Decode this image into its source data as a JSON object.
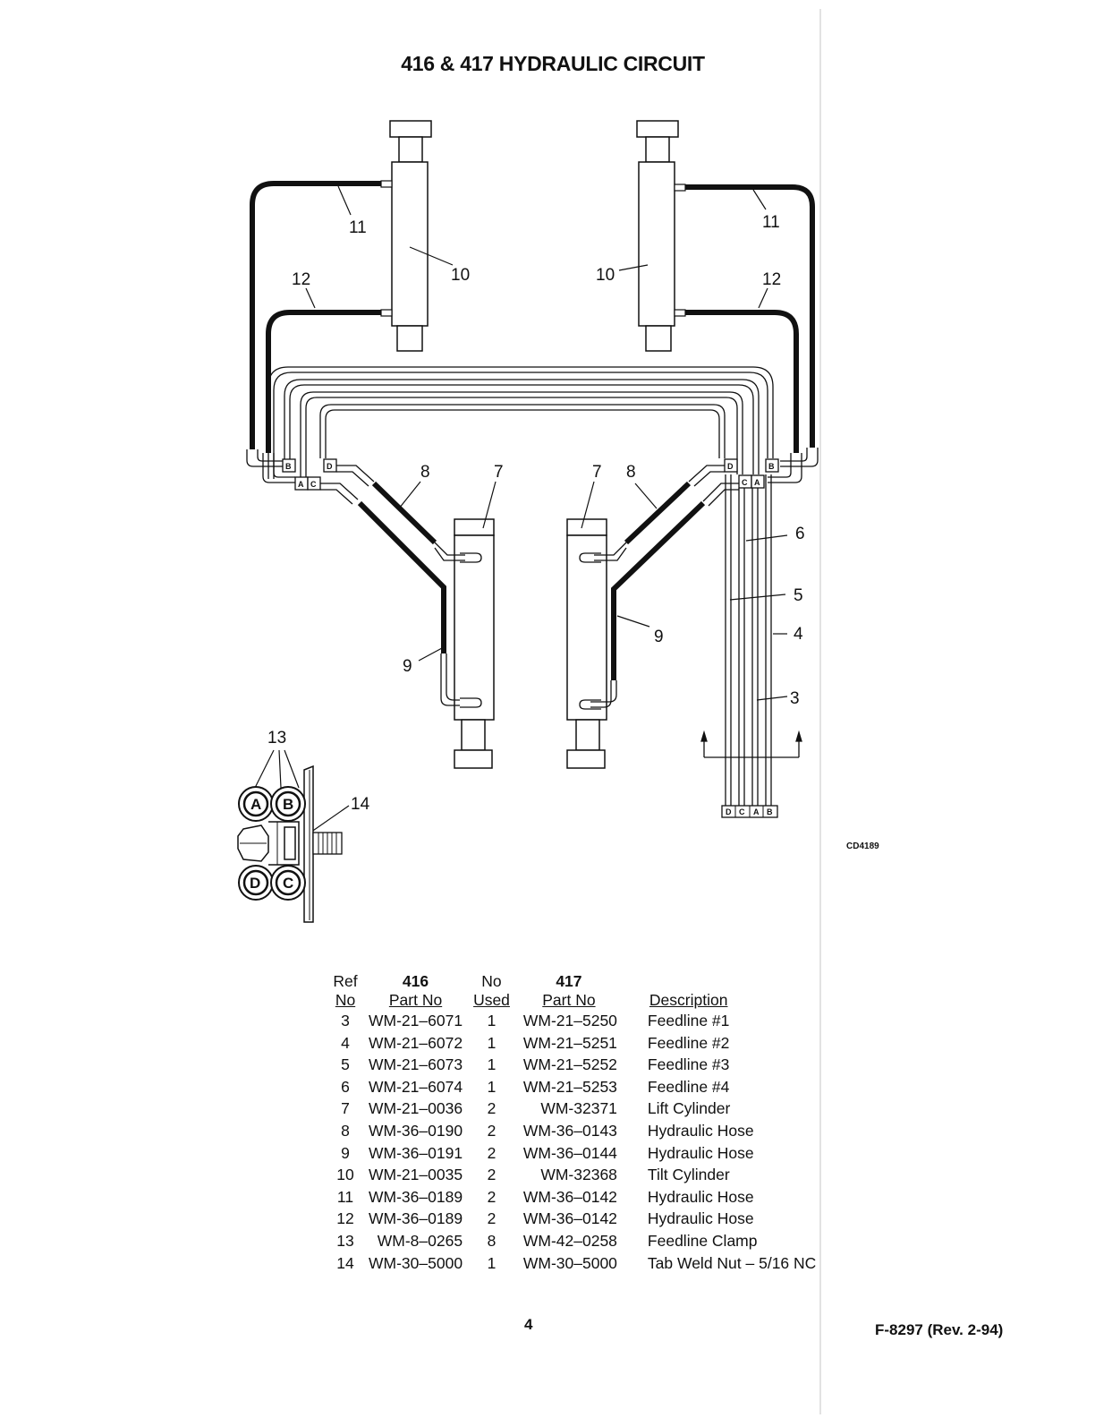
{
  "title": "416 & 417 HYDRAULIC CIRCUIT",
  "diagram": {
    "callouts": {
      "c11_left": "11",
      "c10_left": "10",
      "c12_left": "12",
      "c11_right": "11",
      "c10_right": "10",
      "c12_right": "12",
      "c8_left": "8",
      "c7_left": "7",
      "c7_right": "7",
      "c8_right": "8",
      "c9_left": "9",
      "c9_right": "9",
      "c6": "6",
      "c5": "5",
      "c4": "4",
      "c3": "3",
      "c13": "13",
      "c14": "14"
    },
    "ports": {
      "a": "A",
      "b": "B",
      "c": "C",
      "d": "D"
    },
    "figure_code": "CD4189"
  },
  "table": {
    "headers": {
      "ref_top": "Ref",
      "ref_bottom": "No",
      "p416_top": "416",
      "p416_bottom": "Part No",
      "used_top": "No",
      "used_bottom": "Used",
      "p417_top": "417",
      "p417_bottom": "Part No",
      "desc": "Description"
    },
    "rows": [
      {
        "ref": "3",
        "p416": "WM-21–6071",
        "used": "1",
        "p417": "WM-21–5250",
        "desc": "Feedline #1"
      },
      {
        "ref": "4",
        "p416": "WM-21–6072",
        "used": "1",
        "p417": "WM-21–5251",
        "desc": "Feedline #2"
      },
      {
        "ref": "5",
        "p416": "WM-21–6073",
        "used": "1",
        "p417": "WM-21–5252",
        "desc": "Feedline #3"
      },
      {
        "ref": "6",
        "p416": "WM-21–6074",
        "used": "1",
        "p417": "WM-21–5253",
        "desc": "Feedline #4"
      },
      {
        "ref": "7",
        "p416": "WM-21–0036",
        "used": "2",
        "p417": "WM-32371",
        "desc": "Lift Cylinder"
      },
      {
        "ref": "8",
        "p416": "WM-36–0190",
        "used": "2",
        "p417": "WM-36–0143",
        "desc": "Hydraulic Hose"
      },
      {
        "ref": "9",
        "p416": "WM-36–0191",
        "used": "2",
        "p417": "WM-36–0144",
        "desc": "Hydraulic Hose"
      },
      {
        "ref": "10",
        "p416": "WM-21–0035",
        "used": "2",
        "p417": "WM-32368",
        "desc": "Tilt Cylinder"
      },
      {
        "ref": "11",
        "p416": "WM-36–0189",
        "used": "2",
        "p417": "WM-36–0142",
        "desc": "Hydraulic Hose"
      },
      {
        "ref": "12",
        "p416": "WM-36–0189",
        "used": "2",
        "p417": "WM-36–0142",
        "desc": "Hydraulic Hose"
      },
      {
        "ref": "13",
        "p416": "WM-8–0265",
        "used": "8",
        "p417": "WM-42–0258",
        "desc": "Feedline Clamp"
      },
      {
        "ref": "14",
        "p416": "WM-30–5000",
        "used": "1",
        "p417": "WM-30–5000",
        "desc": "Tab Weld Nut – 5/16 NC"
      }
    ]
  },
  "footer": {
    "page_number": "4",
    "doc_code": "F-8297 (Rev. 2-94)"
  }
}
